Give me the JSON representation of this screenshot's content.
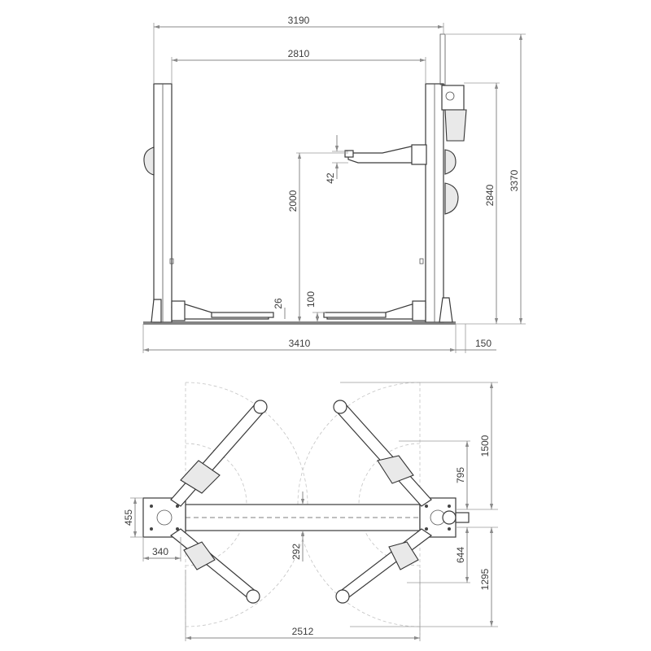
{
  "dimensions": {
    "front_total_width": "3190",
    "front_inner_width": "2810",
    "front_base_width": "3410",
    "front_side_offset": "150",
    "front_overall_height": "3370",
    "front_column_height": "2840",
    "front_lift_height": "2000",
    "front_arm_height": "42",
    "front_min_pad_height": "100",
    "front_low_height": "26",
    "top_arm_reach": "1500",
    "top_arm_short": "795",
    "top_column_depth": "455",
    "top_column_width": "340",
    "top_base_width": "292",
    "top_rear_short": "644",
    "top_rear_reach": "1295",
    "top_between_columns": "2512"
  },
  "colors": {
    "line": "#3a3a3a",
    "dimension": "#8a8a8a",
    "swing_arc": "#c4c4c4"
  }
}
